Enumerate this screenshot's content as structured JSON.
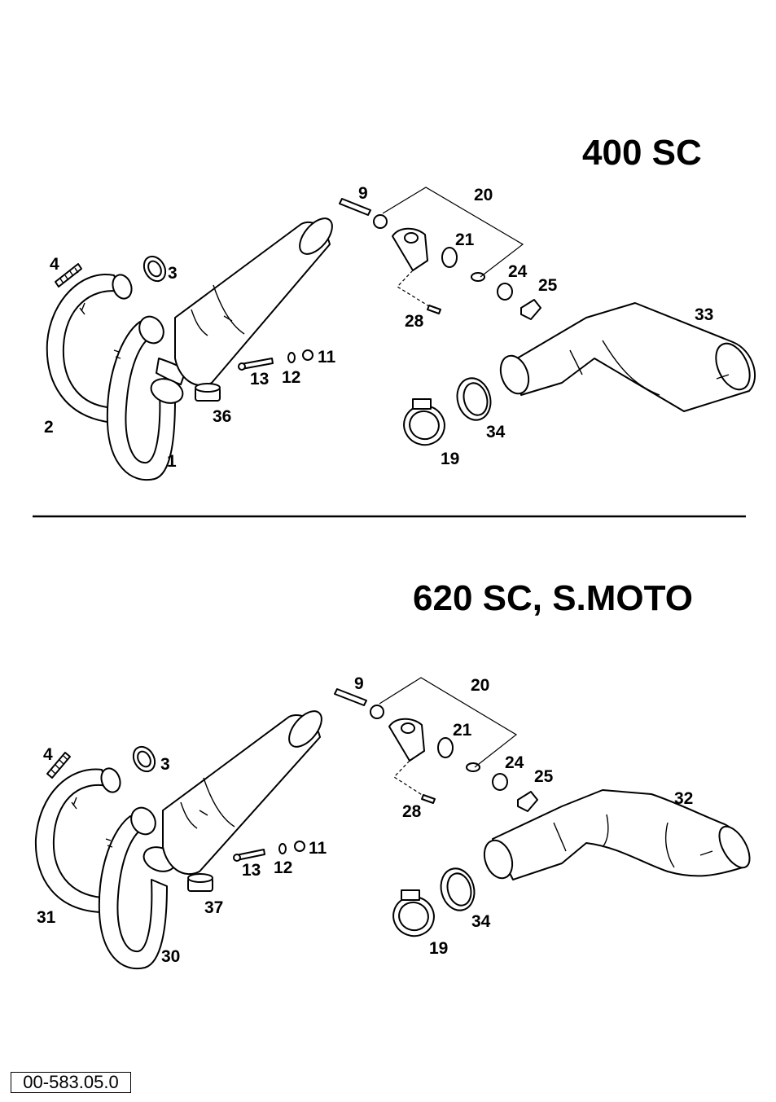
{
  "sections": [
    {
      "title": "400 SC",
      "labels": {
        "p1": "1",
        "p2": "2",
        "p3": "3",
        "p4": "4",
        "p9": "9",
        "p11": "11",
        "p12": "12",
        "p13": "13",
        "p19": "19",
        "p20": "20",
        "p21": "21",
        "p24": "24",
        "p25": "25",
        "p28": "28",
        "p33": "33",
        "p34": "34",
        "p36": "36"
      }
    },
    {
      "title": "620 SC, S.MOTO",
      "labels": {
        "p30": "30",
        "p31": "31",
        "p3": "3",
        "p4": "4",
        "p9": "9",
        "p11": "11",
        "p12": "12",
        "p13": "13",
        "p19": "19",
        "p20": "20",
        "p21": "21",
        "p24": "24",
        "p25": "25",
        "p28": "28",
        "p32": "32",
        "p34": "34",
        "p37": "37"
      }
    }
  ],
  "drawing_code": "00-583.05.0"
}
